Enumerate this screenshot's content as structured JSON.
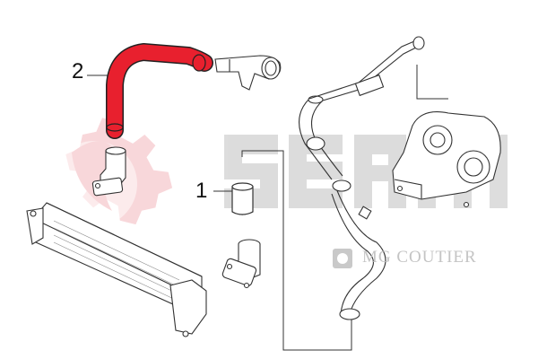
{
  "callouts": [
    {
      "id": "2",
      "label": "2"
    },
    {
      "id": "1",
      "label": "1"
    }
  ],
  "watermark": {
    "brand": "SEIM",
    "subtitle": "MG COUTIER"
  },
  "colors": {
    "highlight": "#e8202e",
    "watermark": "#d6d6d6",
    "watermark_gear": "#f6c9cc",
    "line": "#333333"
  }
}
